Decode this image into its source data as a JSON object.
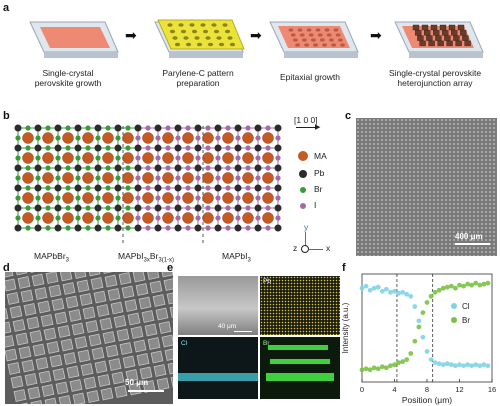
{
  "panels": {
    "a": "a",
    "b": "b",
    "c": "c",
    "d": "d",
    "e": "e",
    "f": "f"
  },
  "panel_a": {
    "steps": [
      "Single-crystal\nperovskite growth",
      "Parylene-C pattern\npreparation",
      "Epitaxial growth",
      "Single-crystal perovskite\nheterojunction array"
    ]
  },
  "panel_b": {
    "direction": "[1 0 0]",
    "legend": [
      "MA",
      "Pb",
      "Br",
      "I"
    ],
    "colors": {
      "MA": "#c65a24",
      "Pb": "#2b2b2b",
      "Br": "#3a9a3a",
      "I": "#a46aa8"
    },
    "bottom_left": "MAPbBr",
    "bottom_left_sub": "3",
    "bottom_mid_a": "MAPbI",
    "bottom_mid_sub1": "3x",
    "bottom_mid_b": "Br",
    "bottom_mid_sub2": "3(1-x)",
    "bottom_right": "MAPbI",
    "bottom_right_sub": "3",
    "axes": {
      "y": "y",
      "z": "z",
      "x": "x"
    }
  },
  "panel_c": {
    "scale": "400 μm"
  },
  "panel_d": {
    "scale": "50 μm"
  },
  "panel_e": {
    "scale": "40 μm",
    "labels": [
      "Pb",
      "Cl",
      "Br"
    ]
  },
  "chart_data": {
    "type": "scatter",
    "xlabel": "Position (μm)",
    "ylabel": "Intensity (a.u.)",
    "xlim": [
      0,
      16
    ],
    "xticks": [
      "0",
      "4",
      "8",
      "12",
      "16"
    ],
    "series": [
      {
        "name": "Cl",
        "color": "#7fd3e6",
        "points": [
          [
            0,
            0.9
          ],
          [
            0.5,
            0.92
          ],
          [
            1,
            0.88
          ],
          [
            1.5,
            0.9
          ],
          [
            2,
            0.91
          ],
          [
            2.5,
            0.87
          ],
          [
            3,
            0.89
          ],
          [
            3.5,
            0.86
          ],
          [
            4,
            0.87
          ],
          [
            4.5,
            0.85
          ],
          [
            5,
            0.86
          ],
          [
            5.5,
            0.84
          ],
          [
            6,
            0.82
          ],
          [
            6.5,
            0.72
          ],
          [
            7,
            0.58
          ],
          [
            7.5,
            0.42
          ],
          [
            8,
            0.28
          ],
          [
            8.5,
            0.2
          ],
          [
            9,
            0.17
          ],
          [
            9.5,
            0.16
          ],
          [
            10,
            0.15
          ],
          [
            10.5,
            0.16
          ],
          [
            11,
            0.15
          ],
          [
            11.5,
            0.14
          ],
          [
            12,
            0.15
          ],
          [
            12.5,
            0.14
          ],
          [
            13,
            0.15
          ],
          [
            13.5,
            0.14
          ],
          [
            14,
            0.15
          ],
          [
            14.5,
            0.14
          ],
          [
            15,
            0.15
          ],
          [
            15.5,
            0.14
          ]
        ]
      },
      {
        "name": "Br",
        "color": "#7ac143",
        "points": [
          [
            0,
            0.1
          ],
          [
            0.5,
            0.11
          ],
          [
            1,
            0.1
          ],
          [
            1.5,
            0.12
          ],
          [
            2,
            0.11
          ],
          [
            2.5,
            0.13
          ],
          [
            3,
            0.12
          ],
          [
            3.5,
            0.14
          ],
          [
            4,
            0.15
          ],
          [
            4.5,
            0.17
          ],
          [
            5,
            0.18
          ],
          [
            5.5,
            0.2
          ],
          [
            6,
            0.26
          ],
          [
            6.5,
            0.38
          ],
          [
            7,
            0.52
          ],
          [
            7.5,
            0.66
          ],
          [
            8,
            0.76
          ],
          [
            8.5,
            0.82
          ],
          [
            9,
            0.86
          ],
          [
            9.5,
            0.88
          ],
          [
            10,
            0.9
          ],
          [
            10.5,
            0.91
          ],
          [
            11,
            0.92
          ],
          [
            11.5,
            0.9
          ],
          [
            12,
            0.93
          ],
          [
            12.5,
            0.92
          ],
          [
            13,
            0.94
          ],
          [
            13.5,
            0.93
          ],
          [
            14,
            0.95
          ],
          [
            14.5,
            0.93
          ],
          [
            15,
            0.94
          ],
          [
            15.5,
            0.95
          ]
        ]
      }
    ],
    "dashed_lines_x": [
      4.3,
      8.7
    ]
  }
}
